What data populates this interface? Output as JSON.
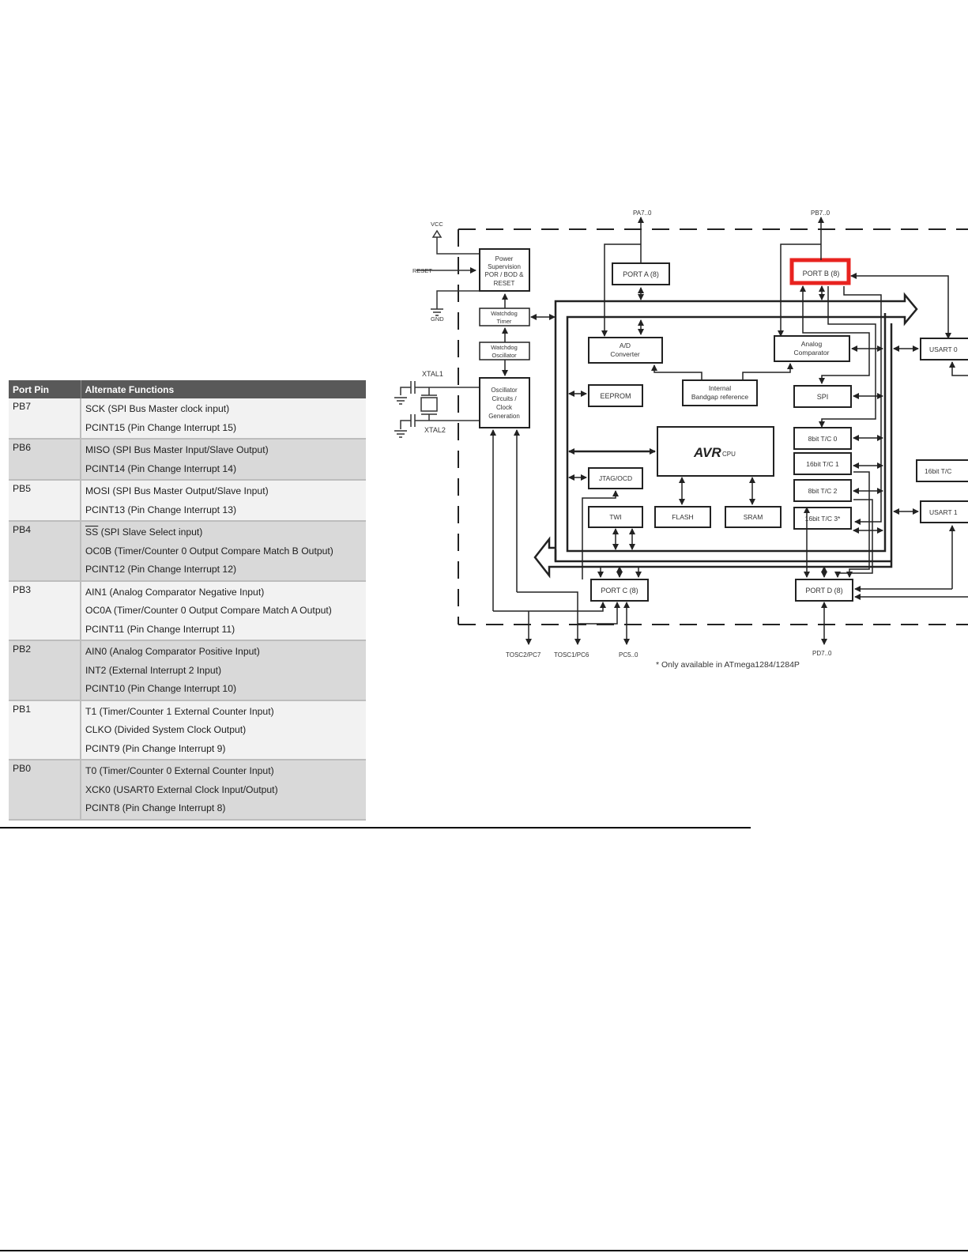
{
  "table": {
    "headers": [
      "Port Pin",
      "Alternate Functions"
    ],
    "rows": [
      {
        "pin": "PB7",
        "functions": [
          "SCK (SPI Bus Master clock input)",
          "PCINT15 (Pin Change Interrupt 15)"
        ]
      },
      {
        "pin": "PB6",
        "functions": [
          "MISO (SPI Bus Master Input/Slave Output)",
          "PCINT14 (Pin Change Interrupt 14)"
        ]
      },
      {
        "pin": "PB5",
        "functions": [
          "MOSI (SPI Bus Master Output/Slave Input)",
          "PCINT13 (Pin Change Interrupt 13)"
        ]
      },
      {
        "pin": "PB4",
        "functions": [
          "SS",
          " (SPI Slave Select input)",
          "OC0B (Timer/Counter 0 Output Compare Match B Output)",
          "PCINT12 (Pin Change Interrupt 12)"
        ]
      },
      {
        "pin": "PB3",
        "functions": [
          "AIN1 (Analog Comparator Negative Input)",
          "OC0A (Timer/Counter 0 Output Compare Match A Output)",
          "PCINT11 (Pin Change Interrupt 11)"
        ]
      },
      {
        "pin": "PB2",
        "functions": [
          "AIN0 (Analog Comparator Positive Input)",
          "INT2 (External Interrupt 2 Input)",
          "PCINT10 (Pin Change Interrupt 10)"
        ]
      },
      {
        "pin": "PB1",
        "functions": [
          "T1 (Timer/Counter 1 External Counter Input)",
          "CLKO (Divided System Clock Output)",
          "PCINT9 (Pin Change Interrupt 9)"
        ]
      },
      {
        "pin": "PB0",
        "functions": [
          "T0 (Timer/Counter 0 External Counter Input)",
          "XCK0 (USART0 External Clock Input/Output)",
          "PCINT8 (Pin Change Interrupt 8)"
        ]
      }
    ]
  },
  "diagram": {
    "highlight_color": "#e8231f",
    "signals": {
      "vcc": "VCC",
      "reset": "RESET",
      "gnd": "GND",
      "xtal1": "XTAL1",
      "xtal2": "XTAL2",
      "pa": "PA7..0",
      "pb": "PB7..0",
      "pc": "PC5..0",
      "pd": "PD7..0",
      "tosc2": "TOSC2/PC7",
      "tosc1": "TOSC1/PC6"
    },
    "blocks": {
      "power": [
        "Power",
        "Supervision",
        "POR / BOD &",
        "RESET"
      ],
      "wdt": [
        "Watchdog",
        "Timer"
      ],
      "wdo": [
        "Watchdog",
        "Oscillator"
      ],
      "osc": [
        "Oscillator",
        "Circuits /",
        "Clock",
        "Generation"
      ],
      "porta": "PORT A (8)",
      "portb": "PORT B (8)",
      "portc": "PORT C (8)",
      "portd": "PORT D (8)",
      "adc": [
        "A/D",
        "Converter"
      ],
      "acomp": [
        "Analog",
        "Comparator"
      ],
      "bandgap": [
        "Internal",
        "Bandgap reference"
      ],
      "eeprom": "EEPROM",
      "spi": "SPI",
      "tc0": "8bit T/C 0",
      "tc1": "16bit T/C 1",
      "tc2": "8bit T/C 2",
      "tc3": "16bit T/C 3*",
      "cpu_logo": "AVR",
      "cpu_label": "CPU",
      "jtag": "JTAG/OCD",
      "twi": "TWI",
      "flash": "FLASH",
      "sram": "SRAM",
      "usart0": "USART 0",
      "usart1": "USART 1",
      "tc_right": "16bit T/C"
    },
    "footnote": "* Only available in ATmega1284/1284P"
  }
}
